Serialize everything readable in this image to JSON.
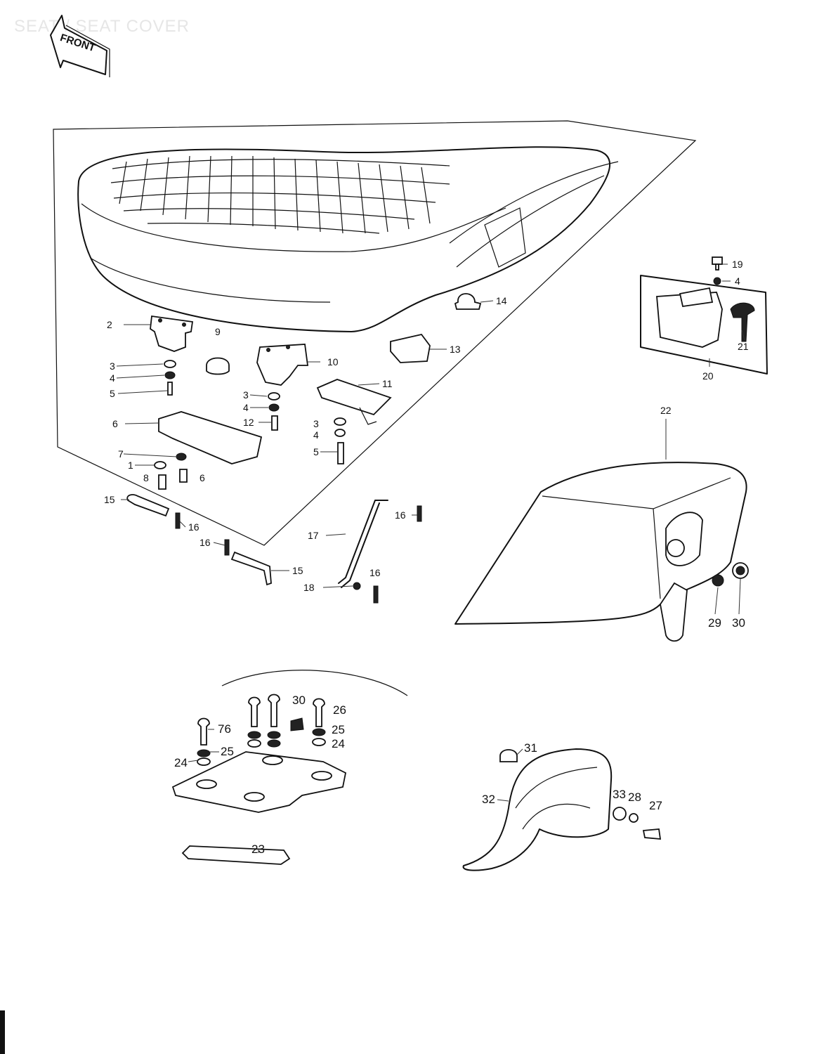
{
  "page": {
    "title": "SEAT / SEAT COVER",
    "front_label": "FRONT"
  },
  "callouts": [
    {
      "id": "c2",
      "text": "2"
    },
    {
      "id": "c3a",
      "text": "3"
    },
    {
      "id": "c4a",
      "text": "4"
    },
    {
      "id": "c5a",
      "text": "5"
    },
    {
      "id": "c6",
      "text": "6"
    },
    {
      "id": "c7",
      "text": "7"
    },
    {
      "id": "c1",
      "text": "1"
    },
    {
      "id": "c8",
      "text": "8"
    },
    {
      "id": "c6b",
      "text": "6"
    },
    {
      "id": "c9",
      "text": "9"
    },
    {
      "id": "c10",
      "text": "10"
    },
    {
      "id": "c3b",
      "text": "3"
    },
    {
      "id": "c4b",
      "text": "4"
    },
    {
      "id": "c12",
      "text": "12"
    },
    {
      "id": "c11",
      "text": "11"
    },
    {
      "id": "c3c",
      "text": "3"
    },
    {
      "id": "c4c",
      "text": "4"
    },
    {
      "id": "c5b",
      "text": "5"
    },
    {
      "id": "c13",
      "text": "13"
    },
    {
      "id": "c14",
      "text": "14"
    },
    {
      "id": "c19",
      "text": "19"
    },
    {
      "id": "c4d",
      "text": "4"
    },
    {
      "id": "c21",
      "text": "21"
    },
    {
      "id": "c20",
      "text": "20"
    },
    {
      "id": "c22",
      "text": "22"
    },
    {
      "id": "c15a",
      "text": "15"
    },
    {
      "id": "c16a",
      "text": "16"
    },
    {
      "id": "c16b",
      "text": "16"
    },
    {
      "id": "c15b",
      "text": "15"
    },
    {
      "id": "c17",
      "text": "17"
    },
    {
      "id": "c16c",
      "text": "16"
    },
    {
      "id": "c16d",
      "text": "16"
    },
    {
      "id": "c18",
      "text": "18"
    },
    {
      "id": "c29",
      "text": "29"
    },
    {
      "id": "c30a",
      "text": "30"
    },
    {
      "id": "c30b",
      "text": "30"
    },
    {
      "id": "c26a",
      "text": "26"
    },
    {
      "id": "c26b",
      "text": "76"
    },
    {
      "id": "c25a",
      "text": "25"
    },
    {
      "id": "c24a",
      "text": "24"
    },
    {
      "id": "c24b",
      "text": "24"
    },
    {
      "id": "c25b",
      "text": "25"
    },
    {
      "id": "c23",
      "text": "23"
    },
    {
      "id": "c31",
      "text": "31"
    },
    {
      "id": "c32",
      "text": "32"
    },
    {
      "id": "c33",
      "text": "33"
    },
    {
      "id": "c28",
      "text": "28"
    },
    {
      "id": "c27",
      "text": "27"
    }
  ]
}
